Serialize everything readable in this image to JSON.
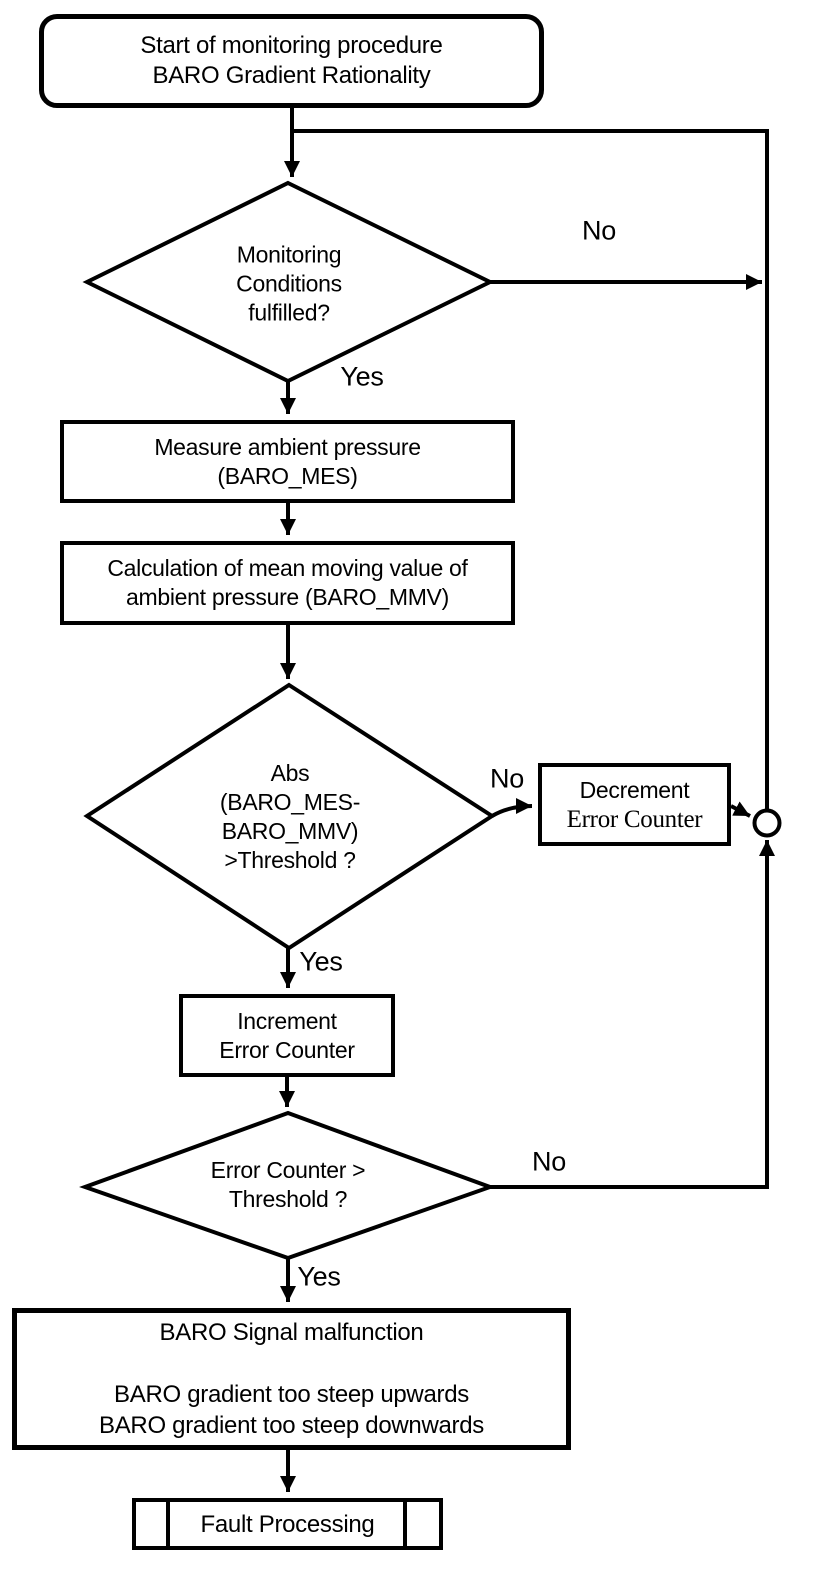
{
  "diagram": {
    "colors": {
      "ink": "#000000",
      "paper": "#ffffff"
    },
    "nodes": {
      "start": {
        "type": "terminator",
        "lines": [
          "Start of monitoring procedure",
          "BARO Gradient Rationality"
        ]
      },
      "monitoring_decision": {
        "type": "decision",
        "lines": [
          "Monitoring",
          "Conditions",
          "fulfilled?"
        ]
      },
      "measure": {
        "type": "process",
        "lines": [
          "Measure ambient pressure",
          "(BARO_MES)"
        ]
      },
      "calculation": {
        "type": "process",
        "lines": [
          "Calculation of mean moving value of",
          "ambient pressure (BARO_MMV)"
        ]
      },
      "abs_decision": {
        "type": "decision",
        "lines": [
          "Abs",
          "(BARO_MES-",
          "BARO_MMV)",
          ">Threshold ?"
        ]
      },
      "decrement": {
        "type": "process",
        "lines": [
          "Decrement",
          "Error Counter"
        ]
      },
      "increment": {
        "type": "process",
        "lines": [
          "Increment",
          "Error Counter"
        ]
      },
      "counter_decision": {
        "type": "decision",
        "lines": [
          "Error Counter >",
          "Threshold ?"
        ]
      },
      "malfunction": {
        "type": "process",
        "lines": [
          "BARO Signal malfunction",
          "",
          "BARO gradient too steep upwards",
          "BARO gradient too steep downwards"
        ]
      },
      "fault": {
        "type": "predefined-process",
        "label": "Fault Processing"
      }
    },
    "edges": {
      "monitoring_no": {
        "label": "No"
      },
      "monitoring_yes": {
        "label": "Yes"
      },
      "abs_no": {
        "label": "No"
      },
      "abs_yes": {
        "label": "Yes"
      },
      "counter_no": {
        "label": "No"
      },
      "counter_yes": {
        "label": "Yes"
      }
    }
  }
}
